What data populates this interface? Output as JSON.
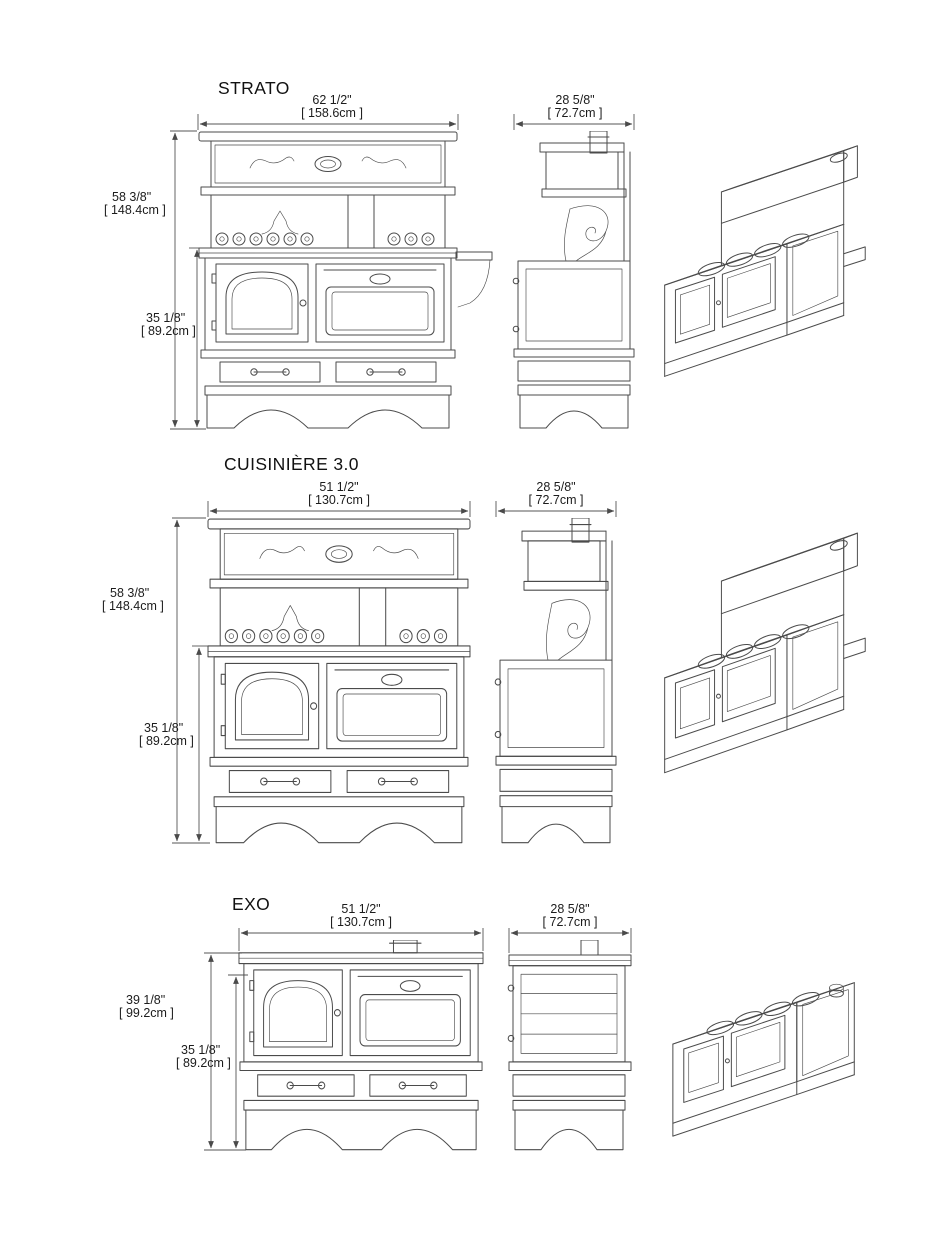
{
  "models": [
    {
      "name": "STRATO",
      "front_width_in": "62 1/2\"",
      "front_width_cm": "[ 158.6cm ]",
      "depth_in": "28 5/8\"",
      "depth_cm": "[ 72.7cm ]",
      "total_height_in": "58 3/8\"",
      "total_height_cm": "[ 148.4cm ]",
      "body_height_in": "35 1/8\"",
      "body_height_cm": "[ 89.2cm ]"
    },
    {
      "name": "CUISINIÈRE 3.0",
      "front_width_in": "51 1/2\"",
      "front_width_cm": "[ 130.7cm ]",
      "depth_in": "28 5/8\"",
      "depth_cm": "[ 72.7cm ]",
      "total_height_in": "58 3/8\"",
      "total_height_cm": "[ 148.4cm ]",
      "body_height_in": "35 1/8\"",
      "body_height_cm": "[ 89.2cm ]"
    },
    {
      "name": "EXO",
      "front_width_in": "51 1/2\"",
      "front_width_cm": "[ 130.7cm ]",
      "depth_in": "28 5/8\"",
      "depth_cm": "[ 72.7cm ]",
      "total_height_in": "39 1/8\"",
      "total_height_cm": "[ 99.2cm ]",
      "body_height_in": "35 1/8\"",
      "body_height_cm": "[ 89.2cm ]"
    }
  ]
}
